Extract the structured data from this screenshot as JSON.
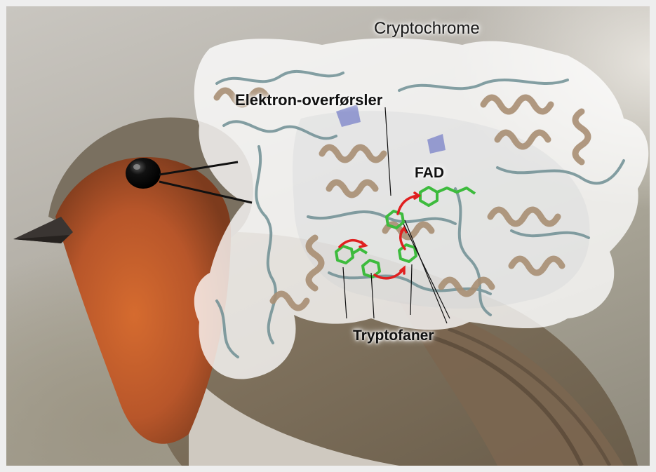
{
  "labels": {
    "title": "Cryptochrome",
    "electron_transfer": "Elektron-overførsler",
    "fad": "FAD",
    "tryptophans": "Tryptofaner"
  },
  "colors": {
    "frame": "#eeeeee",
    "helix": "#a98f74",
    "coil": "#6f8f94",
    "ligand": "#3dbb3d",
    "arrow": "#e02020",
    "surface": "#ffffff",
    "robin_breast": "#b8562a"
  },
  "scene": {
    "subject": "robin-with-cryptochrome-protein-overlay"
  }
}
